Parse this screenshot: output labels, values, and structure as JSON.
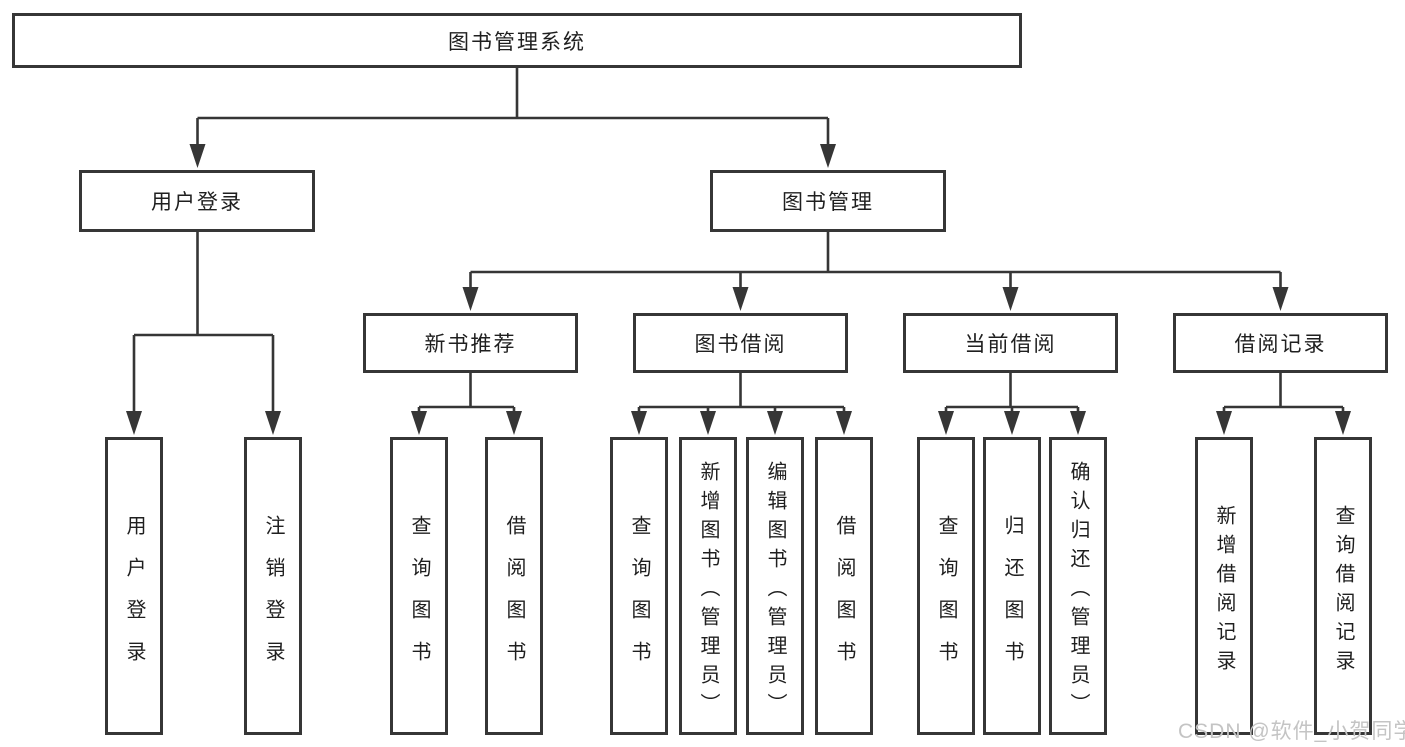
{
  "root": {
    "label": "图书管理系统"
  },
  "branches": [
    {
      "label": "用户登录"
    },
    {
      "label": "图书管理"
    }
  ],
  "modules": [
    {
      "label": "新书推荐",
      "parent": "图书管理"
    },
    {
      "label": "图书借阅",
      "parent": "图书管理"
    },
    {
      "label": "当前借阅",
      "parent": "图书管理"
    },
    {
      "label": "借阅记录",
      "parent": "图书管理"
    }
  ],
  "leaves": [
    {
      "label": "用户登录",
      "parent": "用户登录"
    },
    {
      "label": "注销登录",
      "parent": "用户登录"
    },
    {
      "label": "查询图书",
      "parent": "新书推荐"
    },
    {
      "label": "借阅图书",
      "parent": "新书推荐"
    },
    {
      "label": "查询图书",
      "parent": "图书借阅"
    },
    {
      "label": "新增图书（管理员）",
      "parent": "图书借阅"
    },
    {
      "label": "编辑图书（管理员）",
      "parent": "图书借阅"
    },
    {
      "label": "借阅图书",
      "parent": "图书借阅"
    },
    {
      "label": "查询图书",
      "parent": "当前借阅"
    },
    {
      "label": "归还图书",
      "parent": "当前借阅"
    },
    {
      "label": "确认归还（管理员）",
      "parent": "当前借阅"
    },
    {
      "label": "新增借阅记录",
      "parent": "借阅记录"
    },
    {
      "label": "查询借阅记录",
      "parent": "借阅记录"
    }
  ],
  "watermark": "CSDN @软件_小贺同学",
  "colors": {
    "line": "#363636",
    "box_border": "#363636",
    "text": "#1f1f1f",
    "watermark": "#c4c4c4",
    "background": "#ffffff"
  }
}
